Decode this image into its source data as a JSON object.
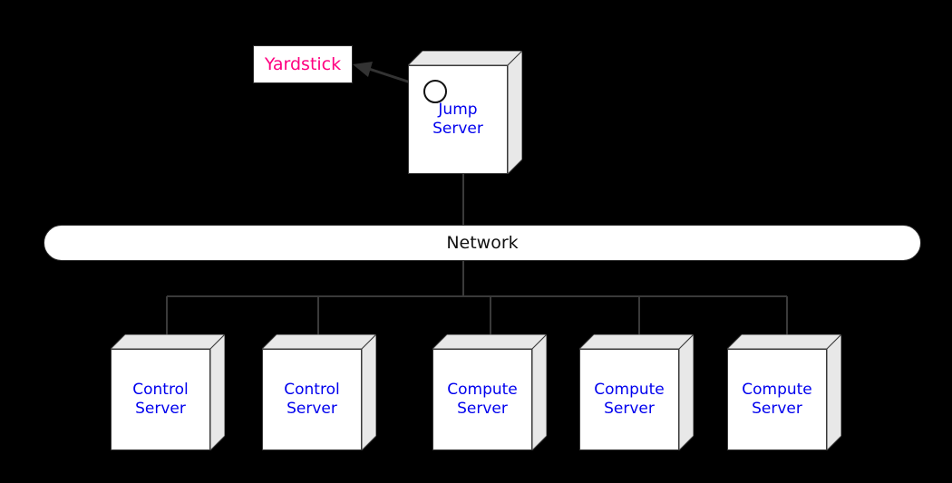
{
  "diagram": {
    "title_note": {
      "label": "Yardstick",
      "color": "#ff0080"
    },
    "jump_server": {
      "label_lines": [
        "Jump",
        "Server"
      ],
      "color": "#0000ee",
      "interface_icon": "interface-circle-icon"
    },
    "connector": {
      "arrow_icon": "arrow-left-icon",
      "from": "Jump Server",
      "to": "Yardstick"
    },
    "network": {
      "label": "Network",
      "color": "#111111"
    },
    "nodes": [
      {
        "id": "control-server-1",
        "label_lines": [
          "Control",
          "Server"
        ],
        "type": "Control Server"
      },
      {
        "id": "control-server-2",
        "label_lines": [
          "Control",
          "Server"
        ],
        "type": "Control Server"
      },
      {
        "id": "compute-server-1",
        "label_lines": [
          "Compute",
          "Server"
        ],
        "type": "Compute Server"
      },
      {
        "id": "compute-server-2",
        "label_lines": [
          "Compute",
          "Server"
        ],
        "type": "Compute Server"
      },
      {
        "id": "compute-server-3",
        "label_lines": [
          "Compute",
          "Server"
        ],
        "type": "Compute Server"
      }
    ],
    "palette": {
      "background": "#000000",
      "box_fill": "#ffffff",
      "box_side_fill": "#e8e8e8",
      "stroke": "#3a3a3a",
      "node_text": "#0000ee",
      "note_text": "#ff0080",
      "network_text": "#111111"
    }
  }
}
